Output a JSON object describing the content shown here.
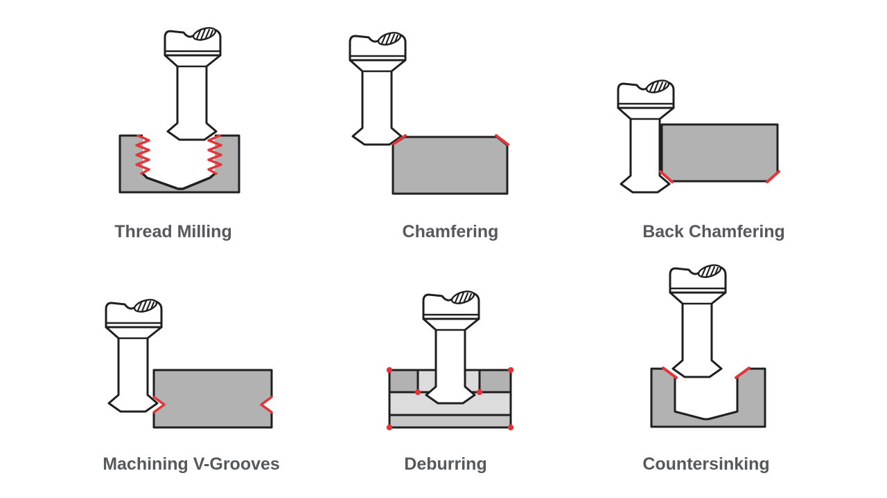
{
  "figure": {
    "cells": [
      {
        "id": "thread-milling",
        "label": "Thread Milling"
      },
      {
        "id": "chamfering",
        "label": "Chamfering"
      },
      {
        "id": "back-chamfering",
        "label": "Back Chamfering"
      },
      {
        "id": "machining-v-grooves",
        "label": "Machining V-Grooves"
      },
      {
        "id": "deburring",
        "label": "Deburring"
      },
      {
        "id": "countersinking",
        "label": "Countersinking"
      }
    ],
    "colors": {
      "outline": "#1f1f1f",
      "workpiece_gray": "#b2b2b2",
      "workpiece_light_gray": "#dcdcdc",
      "workpiece_mid_gray": "#c6c6c6",
      "highlight_red": "#e23439",
      "label_text": "#57585a",
      "background": "#ffffff"
    }
  }
}
